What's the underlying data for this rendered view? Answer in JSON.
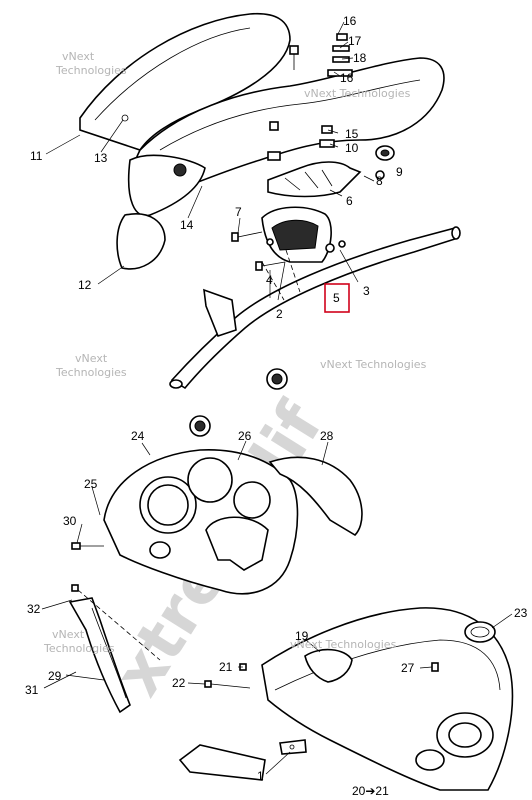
{
  "watermark": {
    "brand_line1": "vNext",
    "brand_line2": "Technologies",
    "brand_full": "vNext Technologies",
    "diagonal": "xtremelif"
  },
  "callouts": [
    {
      "id": "c1",
      "label": "1"
    },
    {
      "id": "c2",
      "label": "2"
    },
    {
      "id": "c3",
      "label": "3"
    },
    {
      "id": "c4",
      "label": "4"
    },
    {
      "id": "c5",
      "label": "5",
      "highlighted": true
    },
    {
      "id": "c6",
      "label": "6"
    },
    {
      "id": "c7",
      "label": "7"
    },
    {
      "id": "c8",
      "label": "8"
    },
    {
      "id": "c9",
      "label": "9"
    },
    {
      "id": "c10",
      "label": "10"
    },
    {
      "id": "c11",
      "label": "11"
    },
    {
      "id": "c12",
      "label": "12"
    },
    {
      "id": "c13",
      "label": "13"
    },
    {
      "id": "c14",
      "label": "14"
    },
    {
      "id": "c15",
      "label": "15"
    },
    {
      "id": "c16",
      "label": "16"
    },
    {
      "id": "c17",
      "label": "17"
    },
    {
      "id": "c18",
      "label": "18"
    },
    {
      "id": "c19",
      "label": "19"
    },
    {
      "id": "c2021",
      "label": "20➔21"
    },
    {
      "id": "c21",
      "label": "21"
    },
    {
      "id": "c22",
      "label": "22"
    },
    {
      "id": "c23",
      "label": "23"
    },
    {
      "id": "c24",
      "label": "24"
    },
    {
      "id": "c25",
      "label": "25"
    },
    {
      "id": "c26",
      "label": "26"
    },
    {
      "id": "c27",
      "label": "27"
    },
    {
      "id": "c28",
      "label": "28"
    },
    {
      "id": "c29",
      "label": "29"
    },
    {
      "id": "c30",
      "label": "30"
    },
    {
      "id": "c31",
      "label": "31"
    },
    {
      "id": "c32",
      "label": "32"
    }
  ],
  "highlight_color": "#d0021b"
}
